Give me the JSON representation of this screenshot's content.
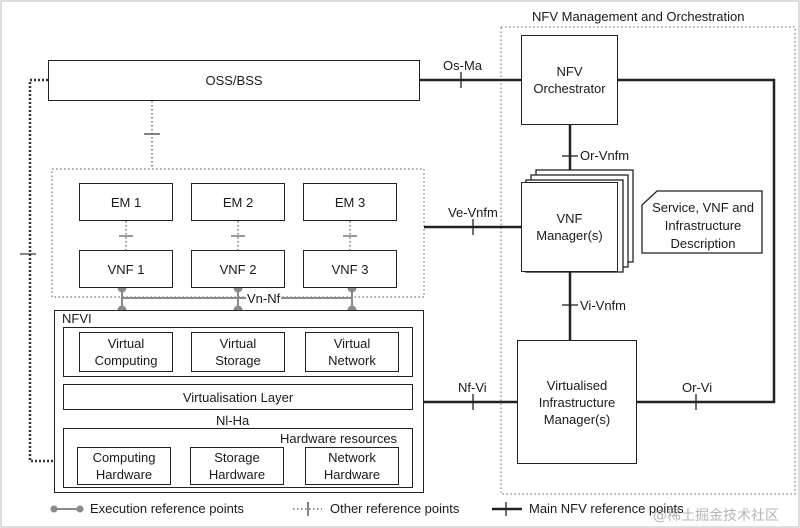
{
  "mano": {
    "title": "NFV Management and Orchestration"
  },
  "oss": {
    "label": "OSS/BSS"
  },
  "nfv_orchestrator": {
    "label": "NFV\nOrchestrator"
  },
  "vnf_manager": {
    "label": "VNF\nManager(s)"
  },
  "vim": {
    "label": "Virtualised\nInfrastructure\nManager(s)"
  },
  "service_desc": {
    "label": "Service, VNF and\nInfrastructure\nDescription"
  },
  "em": [
    "EM 1",
    "EM 2",
    "EM 3"
  ],
  "vnf": [
    "VNF 1",
    "VNF 2",
    "VNF 3"
  ],
  "nfvi": {
    "label": "NFVI",
    "virtual": [
      "Virtual\nComputing",
      "Virtual\nStorage",
      "Virtual\nNetwork"
    ],
    "virtualisation_layer": "Virtualisation Layer",
    "hardware_resources": "Hardware resources",
    "hardware": [
      "Computing\nHardware",
      "Storage\nHardware",
      "Network\nHardware"
    ]
  },
  "reference_points": {
    "os_ma": "Os-Ma",
    "or_vnfm": "Or-Vnfm",
    "ve_vnfm": "Ve-Vnfm",
    "vi_vnfm": "Vi-Vnfm",
    "vn_nf": "Vn-Nf",
    "nf_vi": "Nf-Vi",
    "or_vi": "Or-Vi",
    "nl_ha": "Nl-Ha"
  },
  "legend": {
    "execution": "Execution reference points",
    "other": "Other reference points",
    "main": "Main NFV reference points"
  },
  "watermark": "@稀土掘金技术社区",
  "colors": {
    "line": "#222222",
    "dot": "#8a8a8a",
    "dotted": "#555555"
  }
}
